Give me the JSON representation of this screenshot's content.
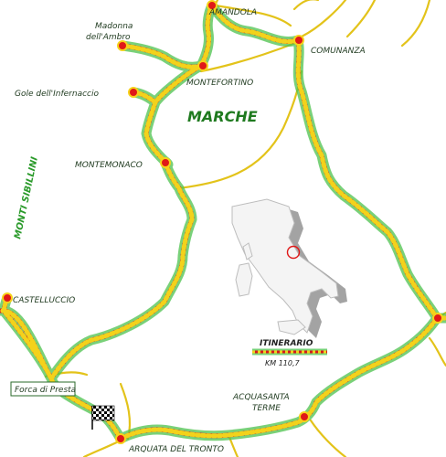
{
  "region_label": "MARCHE",
  "mountains_label": "MONTI SIBILLINI",
  "places": {
    "amandola": "AMANDOLA",
    "comunanza": "COMUNANZA",
    "madonna_line1": "Madonna",
    "madonna_line2": "dell'Ambro",
    "montefortino": "MONTEFORTINO",
    "gole": "Gole dell'Infernaccio",
    "montemonaco": "MONTEMONACO",
    "castelluccio": "CASTELLUCCIO",
    "forca": "Forca di Presta",
    "acquasanta_line1": "ACQUASANTA",
    "acquasanta_line2": "TERME",
    "arquata": "ARQUATA DEL TRONTO"
  },
  "legend": {
    "title": "ITINERARIO",
    "distance": "KM 110,7"
  },
  "colors": {
    "route_glow": "#4cc24c",
    "route_base": "#d61a1a",
    "route_dash": "#f3d21b",
    "road": "#e3c31a",
    "stop_fill": "#e01818",
    "stop_ring": "#f6d21b",
    "italy_fill": "#f4f4f4"
  },
  "icons": {
    "finish": "checkered-flag-icon"
  }
}
